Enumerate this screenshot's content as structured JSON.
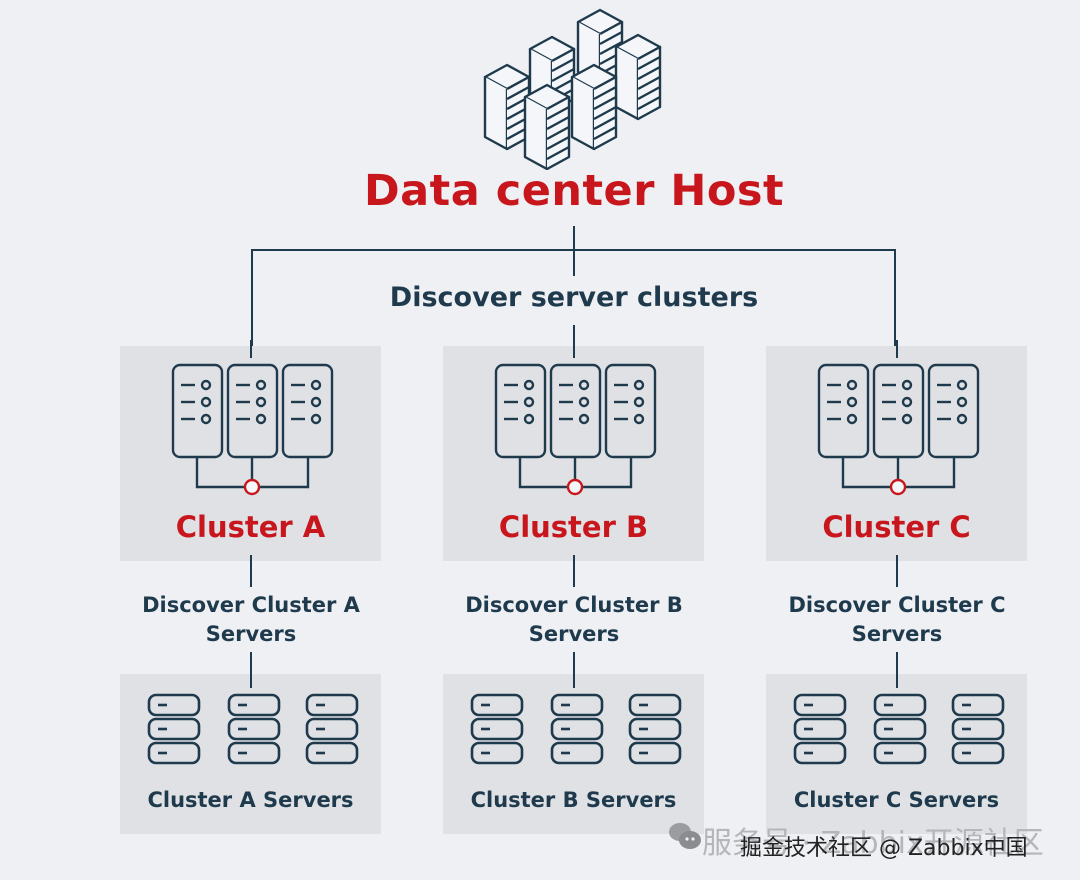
{
  "header": {
    "icon": "server-rack-group-icon",
    "title": "Data center Host",
    "discover_label": "Discover server clusters"
  },
  "clusters": [
    {
      "name": "Cluster A",
      "discover_label_line1": "Discover Cluster A",
      "discover_label_line2": "Servers",
      "servers_label": "Cluster A Servers"
    },
    {
      "name": "Cluster B",
      "discover_label_line1": "Discover Cluster B",
      "discover_label_line2": "Servers",
      "servers_label": "Cluster B Servers"
    },
    {
      "name": "Cluster C",
      "discover_label_line1": "Discover Cluster C",
      "discover_label_line2": "Servers",
      "servers_label": "Cluster C Servers"
    }
  ],
  "watermark": {
    "icon": "wechat-icon",
    "back_text": "服务号 · Zabbix开源社区",
    "front_text": "掘金技术社区 @ Zabbix中国"
  },
  "colors": {
    "accent": "#c8161d",
    "ink": "#1e3a4c",
    "panel": "#dfe1e5",
    "background": "#eef0f4"
  }
}
